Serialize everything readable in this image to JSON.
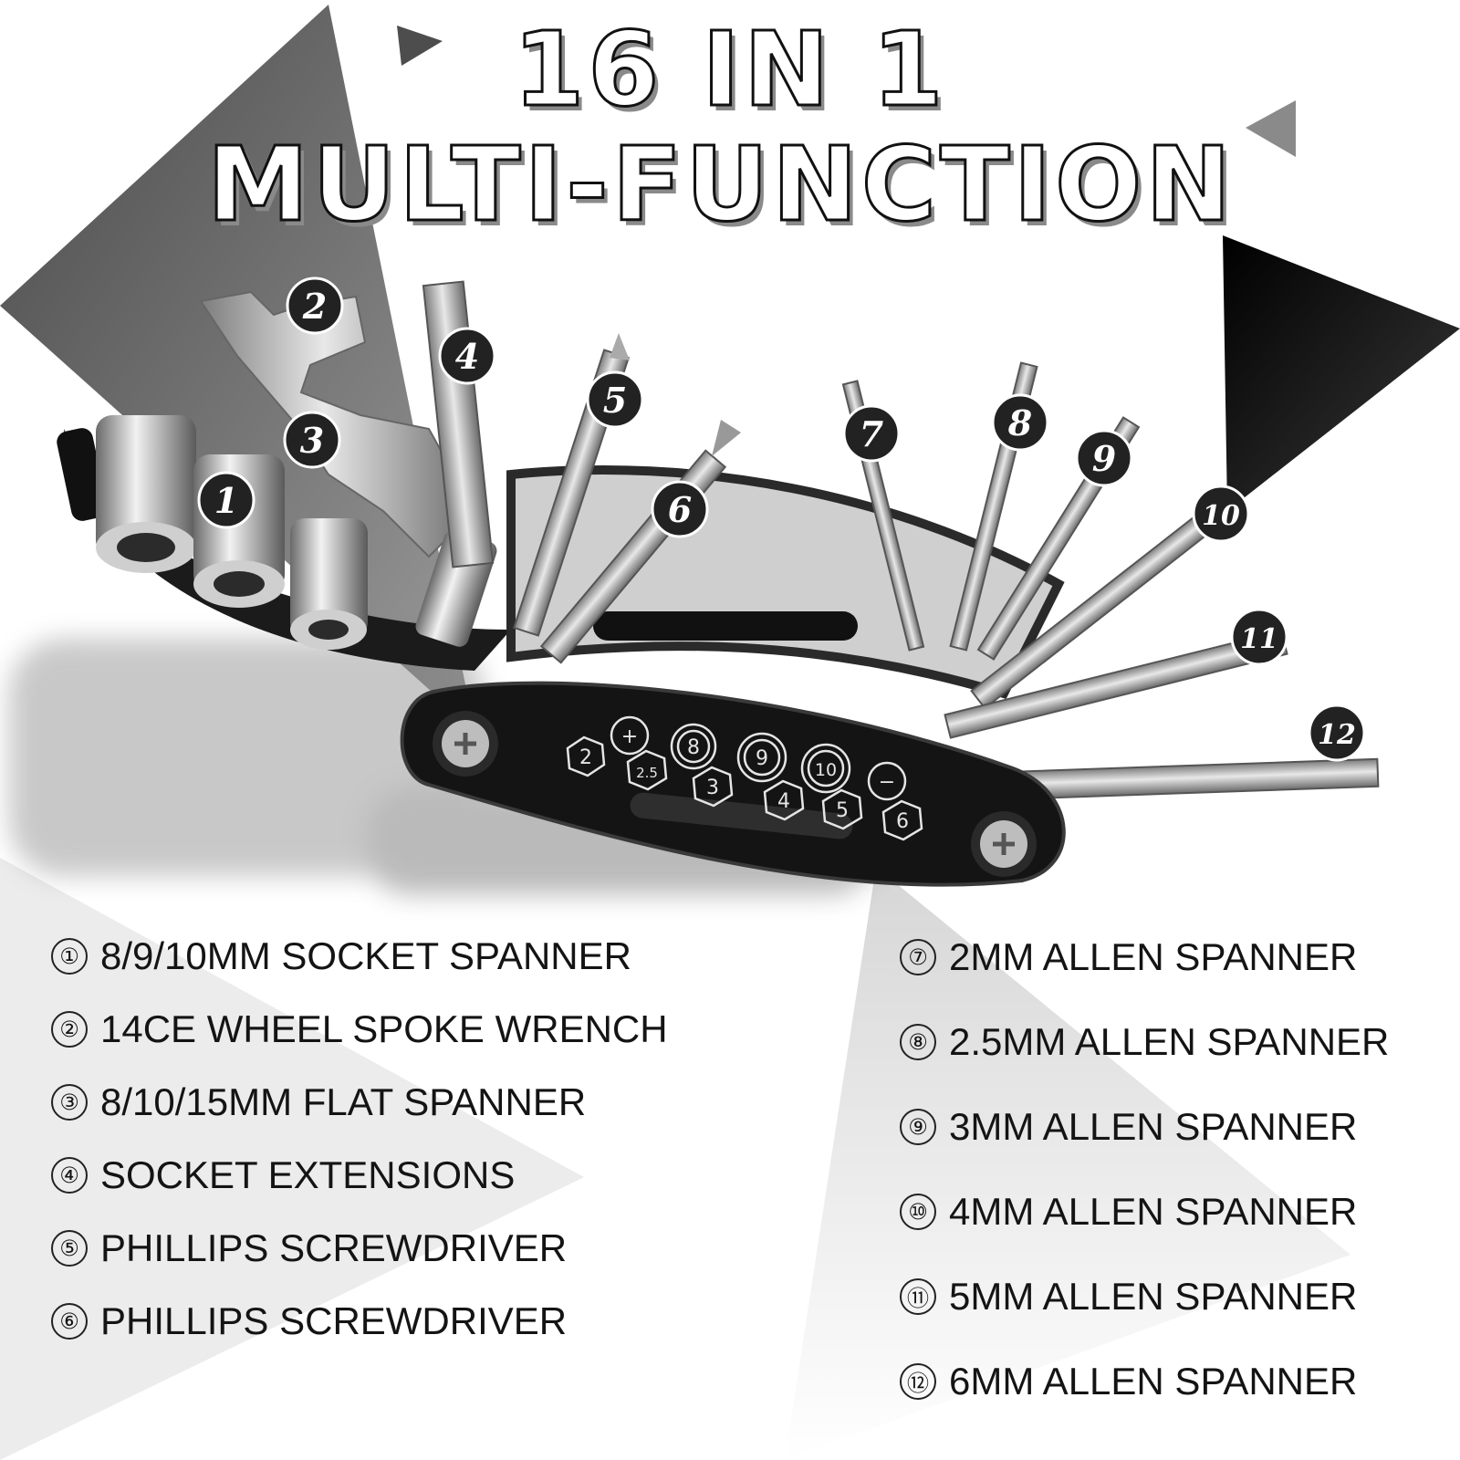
{
  "headline": {
    "line1": "16 IN 1",
    "line2": "MULTI-FUNCTION"
  },
  "callouts": [
    "1",
    "2",
    "3",
    "4",
    "5",
    "6",
    "7",
    "8",
    "9",
    "10",
    "11",
    "12"
  ],
  "handle_markings": {
    "symbols": [
      "+",
      "−"
    ],
    "sizes": [
      "2",
      "2.5",
      "3",
      "4",
      "5",
      "6",
      "8",
      "9",
      "10"
    ]
  },
  "legend_left": [
    {
      "num": "①",
      "text": "8/9/10MM SOCKET SPANNER"
    },
    {
      "num": "②",
      "text": "14CE WHEEL SPOKE WRENCH"
    },
    {
      "num": "③",
      "text": "8/10/15MM FLAT SPANNER"
    },
    {
      "num": "④",
      "text": "SOCKET EXTENSIONS"
    },
    {
      "num": "⑤",
      "text": "PHILLIPS SCREWDRIVER"
    },
    {
      "num": "⑥",
      "text": "PHILLIPS SCREWDRIVER"
    }
  ],
  "legend_right": [
    {
      "num": "⑦",
      "text": "2MM ALLEN SPANNER"
    },
    {
      "num": "⑧",
      "text": "2.5MM ALLEN SPANNER"
    },
    {
      "num": "⑨",
      "text": "3MM ALLEN SPANNER"
    },
    {
      "num": "⑩",
      "text": "4MM ALLEN SPANNER"
    },
    {
      "num": "⑪",
      "text": "5MM ALLEN SPANNER"
    },
    {
      "num": "⑫",
      "text": "6MM ALLEN SPANNER"
    }
  ],
  "colors": {
    "dark_triangle": "#1a1a1a",
    "grey_triangle": "#7a7a7a",
    "tool_body": "#161616",
    "steel": "#b8b8b8",
    "callout_bg": "#222222"
  }
}
